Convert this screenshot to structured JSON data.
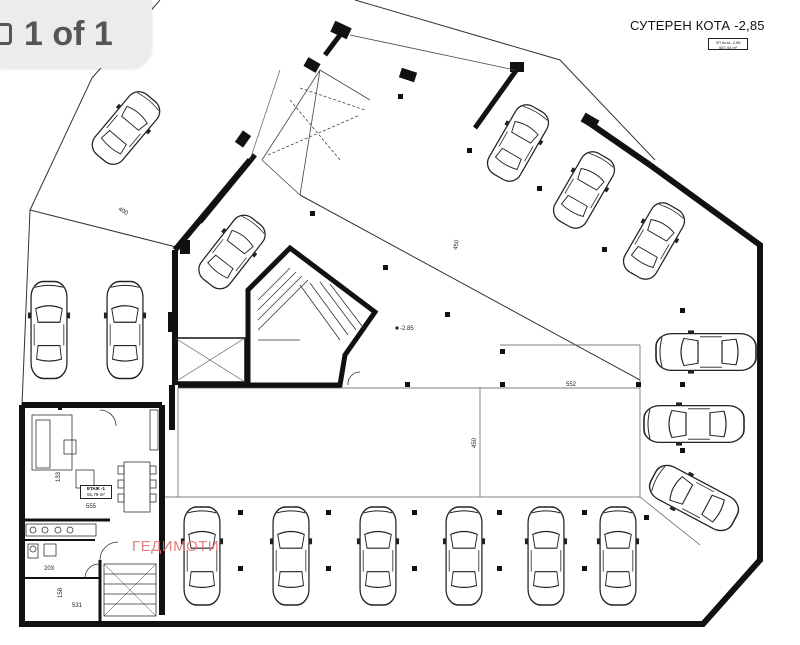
{
  "viewer": {
    "page_counter": "1 of 1"
  },
  "plan": {
    "title": "СУТЕРЕН КОТА -2,85",
    "stamp_line1": "ЗП Кота -2,85",
    "stamp_line2": "567,44 m²",
    "level_mark": "-2.85",
    "watermark": "ГЕДИМОТИ",
    "room_tag_line1": "ЕТАЖ -1",
    "room_tag_line2": "51,79 m²",
    "dimensions": {
      "d_ramp": "400",
      "d_center": "450",
      "d_552": "552",
      "d_450": "450",
      "d_555": "555",
      "d_203": "203",
      "d_531": "531",
      "d_158": "158",
      "d_133": "133"
    }
  }
}
